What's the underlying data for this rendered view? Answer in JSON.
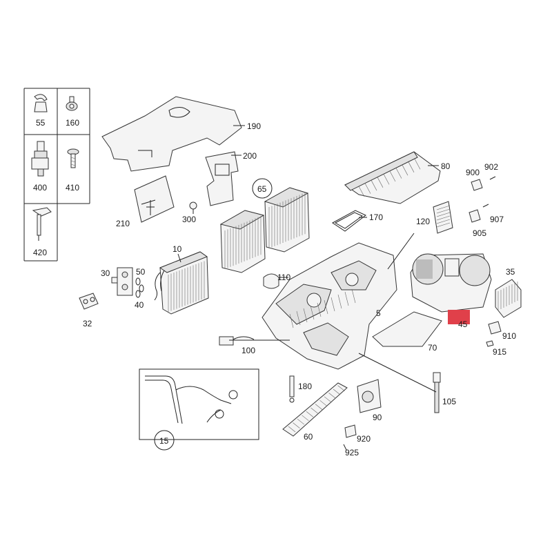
{
  "highlight_color": "#e0404a",
  "legend_cells": [
    {
      "id": "p55",
      "label": "55"
    },
    {
      "id": "p160",
      "label": "160"
    },
    {
      "id": "p400",
      "label": "400"
    },
    {
      "id": "p410",
      "label": "410"
    },
    {
      "id": "p420",
      "label": "420"
    }
  ],
  "callouts": [
    {
      "id": "c190",
      "label": "190"
    },
    {
      "id": "c200",
      "label": "200"
    },
    {
      "id": "c65",
      "label": "65",
      "circled": true
    },
    {
      "id": "c210",
      "label": "210"
    },
    {
      "id": "c300",
      "label": "300"
    },
    {
      "id": "c10",
      "label": "10"
    },
    {
      "id": "c30",
      "label": "30"
    },
    {
      "id": "c50",
      "label": "50"
    },
    {
      "id": "c40",
      "label": "40"
    },
    {
      "id": "c32",
      "label": "32"
    },
    {
      "id": "c110",
      "label": "110"
    },
    {
      "id": "c80",
      "label": "80"
    },
    {
      "id": "c900",
      "label": "900"
    },
    {
      "id": "c902",
      "label": "902"
    },
    {
      "id": "c907",
      "label": "907"
    },
    {
      "id": "c905",
      "label": "905"
    },
    {
      "id": "c170",
      "label": "170"
    },
    {
      "id": "c120",
      "label": "120"
    },
    {
      "id": "c35",
      "label": "35"
    },
    {
      "id": "c5",
      "label": "5"
    },
    {
      "id": "c45",
      "label": "45"
    },
    {
      "id": "c910",
      "label": "910"
    },
    {
      "id": "c915",
      "label": "915"
    },
    {
      "id": "c70",
      "label": "70"
    },
    {
      "id": "c100",
      "label": "100"
    },
    {
      "id": "c180",
      "label": "180"
    },
    {
      "id": "c105",
      "label": "105"
    },
    {
      "id": "c90",
      "label": "90"
    },
    {
      "id": "c920",
      "label": "920"
    },
    {
      "id": "c925",
      "label": "925"
    },
    {
      "id": "c60",
      "label": "60"
    },
    {
      "id": "c15",
      "label": "15",
      "circled": true
    }
  ]
}
